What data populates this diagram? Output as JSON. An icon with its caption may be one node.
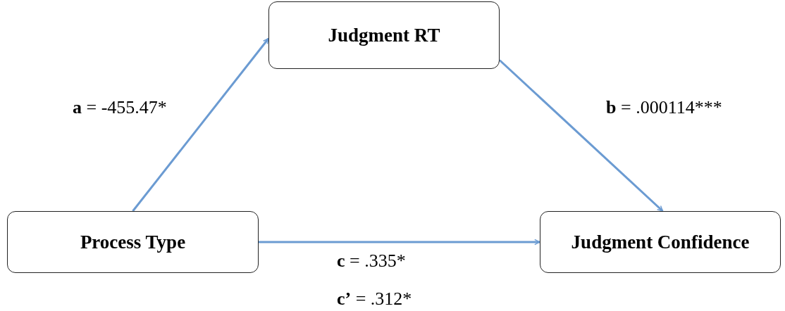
{
  "diagram": {
    "nodes": [
      {
        "text": [
          "Judgment RT"
        ]
      },
      {
        "text": [
          "Process Type"
        ]
      },
      {
        "text": [
          "Judgment Confidence"
        ]
      }
    ],
    "edges": [
      {
        "from": 1,
        "to": 0,
        "arrow": "to",
        "label": "**a** = -455.47*"
      },
      {
        "from": 0,
        "to": 2,
        "arrow": "to",
        "label": "**b** = .000114***"
      },
      {
        "from": 1,
        "to": 2,
        "arrow": "to",
        "label": "**c** = .335*"
      }
    ],
    "labels": [
      "**c’** = .312*"
    ]
  }
}
